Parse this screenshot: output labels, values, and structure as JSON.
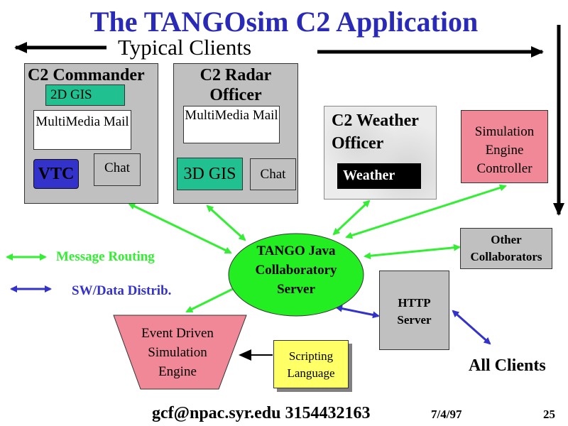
{
  "title": "The TANGOsim C2 Application",
  "subtitle": "Typical Clients",
  "commander": {
    "title": "C2 Commander",
    "gis": "2D GIS",
    "mail": "MultiMedia Mail",
    "vtc": "VTC",
    "chat": "Chat"
  },
  "radar": {
    "title": "C2 Radar Officer",
    "mail": "MultiMedia Mail",
    "gis": "3D GIS",
    "chat": "Chat"
  },
  "weather": {
    "title": "C2 Weather Officer",
    "weather": "Weather"
  },
  "sim_controller": "Simulation Engine Controller",
  "server": "TANGO Java Collaboratory Server",
  "other": "Other Collaborators",
  "http": "HTTP Server",
  "event_engine": "Event Driven Simulation Engine",
  "scripting": "Scripting Language",
  "all_clients": "All Clients",
  "legend": {
    "message_routing": "Message Routing",
    "sw_data": "SW/Data Distrib."
  },
  "footer": {
    "contact": "gcf@npac.syr.edu 3154432163",
    "date": "7/4/97",
    "page": "25"
  },
  "colors": {
    "title": "#2a2ab8",
    "green_arrow": "#33ee33",
    "blue_arrow": "#3333cc",
    "server": "#22ee22",
    "pink": "#f08898",
    "teal": "#20c090",
    "yellow": "#ffff66"
  }
}
